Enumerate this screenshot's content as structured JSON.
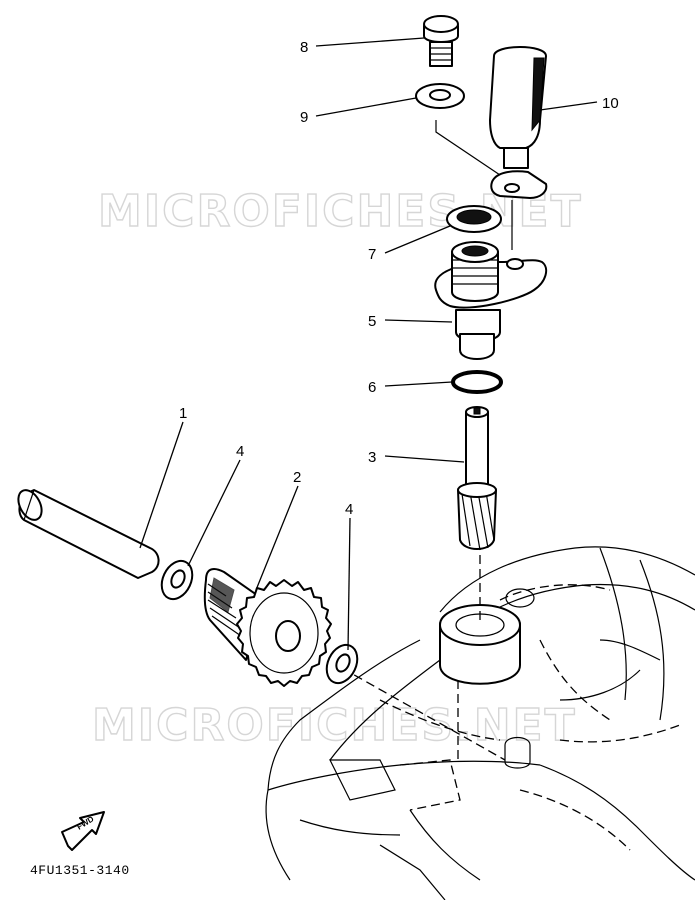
{
  "watermark_text": "MICROFICHES.NET",
  "diagram_code": "4FU1351-3140",
  "fwd_label": "FWD",
  "callouts": {
    "p1": "1",
    "p2": "2",
    "p3": "3",
    "p4a": "4",
    "p4b": "4",
    "p5": "5",
    "p6": "6",
    "p7": "7",
    "p8": "8",
    "p9": "9",
    "p10": "10"
  }
}
